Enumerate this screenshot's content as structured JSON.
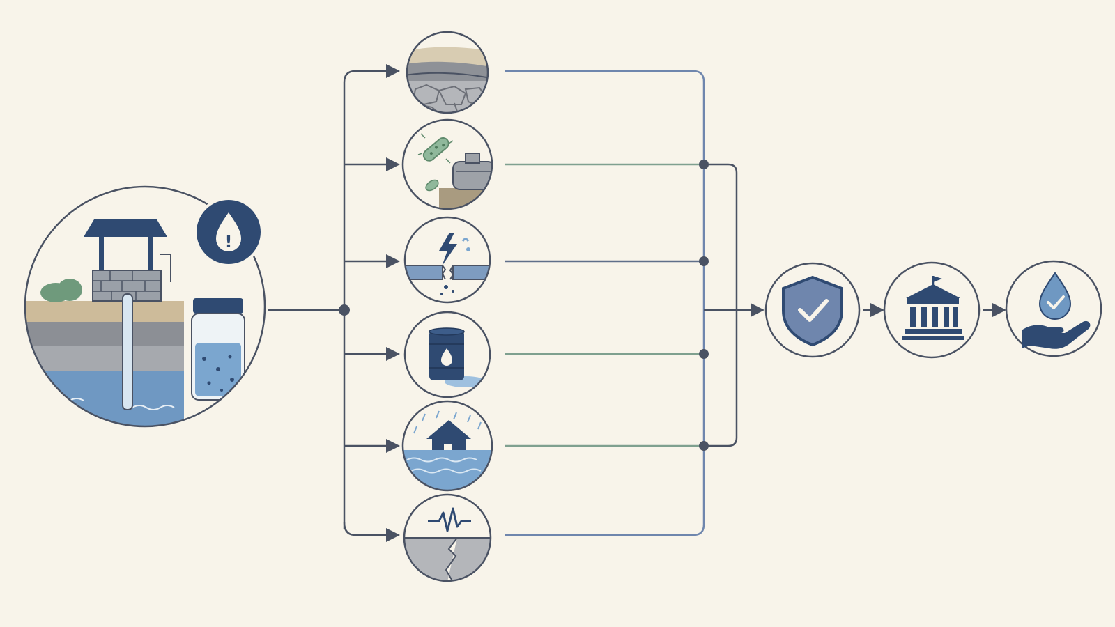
{
  "diagram": {
    "source": {
      "icon": "well-groundwater-sample-icon",
      "alert_icon": "water-drop-alert-icon",
      "alert_glyph": "!"
    },
    "causes": [
      {
        "id": "soil-layers",
        "icon": "soil-strata-icon"
      },
      {
        "id": "bacteria-septic",
        "icon": "bacteria-septic-tank-icon"
      },
      {
        "id": "broken-pipe",
        "icon": "broken-pipe-lightning-icon"
      },
      {
        "id": "oil-spill",
        "icon": "oil-barrel-spill-icon"
      },
      {
        "id": "flooding",
        "icon": "flooded-house-icon"
      },
      {
        "id": "earthquake",
        "icon": "seismic-crack-icon"
      }
    ],
    "outcomes": [
      {
        "id": "protection",
        "icon": "shield-check-icon"
      },
      {
        "id": "government",
        "icon": "government-building-icon"
      },
      {
        "id": "safe-water",
        "icon": "hand-water-drop-check-icon"
      }
    ]
  },
  "colors": {
    "background": "#f8f4ea",
    "outline": "#4a5263",
    "navy": "#2f4a72",
    "blue_line": "#6f86ad",
    "green_line": "#7fa08f",
    "water": "#6f98c2",
    "soil": "#cdbb9a"
  }
}
